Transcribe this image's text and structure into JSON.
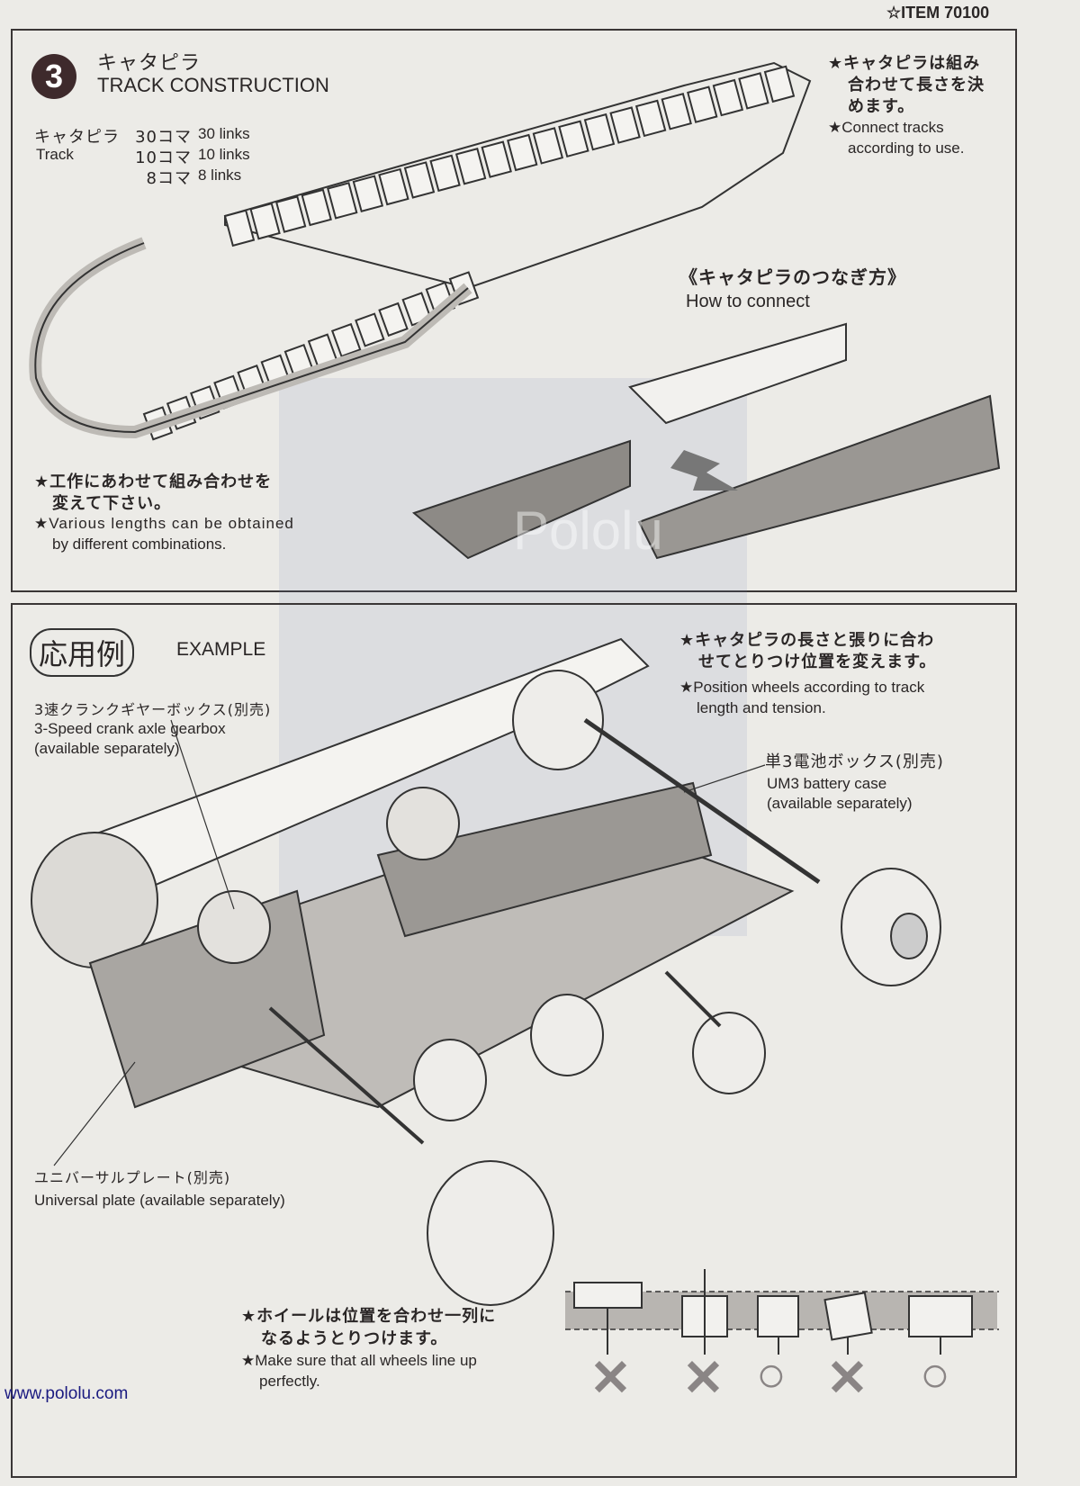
{
  "header": {
    "item_number": "☆ITEM 70100"
  },
  "step3": {
    "number": "3",
    "title_jp": "キャタピラ",
    "title_en": "TRACK CONSTRUCTION",
    "links_table": {
      "label_jp": "キャタピラ",
      "label_en": "Track",
      "rows": [
        {
          "jp": "30コマ",
          "en": "30 links"
        },
        {
          "jp": "10コマ",
          "en": "10 links"
        },
        {
          "jp": "8コマ",
          "en": "8 links"
        }
      ]
    },
    "note_right_jp": [
      "★キャタピラは組み",
      "合わせて長さを決",
      "めます。"
    ],
    "note_right_en": [
      "★Connect tracks",
      "according to use."
    ],
    "how_to_connect_jp": "《キャタピラのつなぎ方》",
    "how_to_connect_en": "How to connect",
    "note_left_jp": [
      "★工作にあわせて組み合わせを",
      "変えて下さい。"
    ],
    "note_left_en": [
      "★Various lengths can be obtained",
      "by different combinations."
    ]
  },
  "example": {
    "title_jp": "応用例",
    "title_en": "EXAMPLE",
    "gearbox_jp": "3速クランクギヤーボックス(別売)",
    "gearbox_en": [
      "3-Speed crank axle gearbox",
      "(available separately)"
    ],
    "note_top_jp": [
      "★キャタピラの長さと張りに合わ",
      "せてとりつけ位置を変えます。"
    ],
    "note_top_en": [
      "★Position wheels according to track",
      "length and tension."
    ],
    "battery_jp": "単3電池ボックス(別売)",
    "battery_en": [
      "UM3 battery case",
      "(available separately)"
    ],
    "plate_jp": "ユニバーサルプレート(別売)",
    "plate_en": "Universal plate (available separately)",
    "note_bottom_jp": [
      "★ホイールは位置を合わせ一列に",
      "なるようとりつけます。"
    ],
    "note_bottom_en": [
      "★Make sure that all wheels line up",
      "perfectly."
    ],
    "alignment_marks": [
      "✕",
      "✕",
      "○",
      "✕",
      "○"
    ]
  },
  "footer": {
    "watermark": "Pololu",
    "url": "www.pololu.com"
  }
}
